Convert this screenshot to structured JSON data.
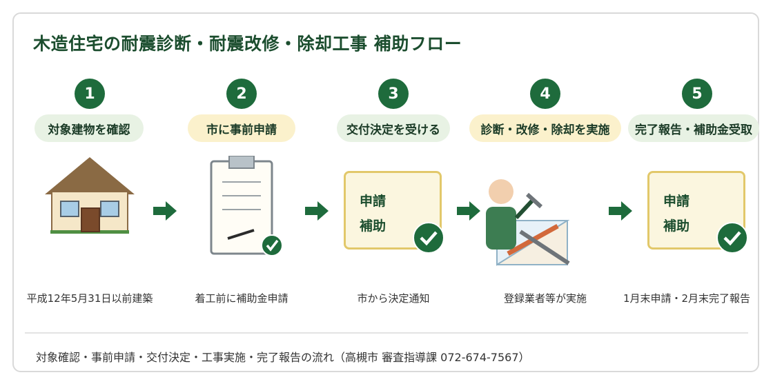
{
  "title": "木造住宅の耐震診断・耐震改修・除却工事 補助フロー",
  "steps": [
    {
      "number": "1",
      "label": "対象建物を確認",
      "caption": "平成12年5月31日以前建築"
    },
    {
      "number": "2",
      "label": "市に事前申請",
      "caption": "着工前に補助金申請"
    },
    {
      "number": "3",
      "label": "交付決定を受ける",
      "caption": "市から決定通知",
      "doc_lines": [
        "申請",
        "補助"
      ]
    },
    {
      "number": "4",
      "label": "診断・改修・除却を実施",
      "caption": "登録業者等が実施"
    },
    {
      "number": "5",
      "label": "完了報告・補助金受取",
      "caption": "1月末申請・2月末完了報告",
      "doc_lines": [
        "申請",
        "補助"
      ]
    }
  ],
  "footer": "対象確認・事前申請・交付決定・工事実施・完了報告の流れ（高槻市 審査指導課 072-674-7567）",
  "colors": {
    "primary": "#1e6b3c",
    "pill_green": "#e8f2e4",
    "pill_yellow": "#fbf1cc",
    "card_yellow": "#fbf6df",
    "card_border": "#e2c86a"
  }
}
